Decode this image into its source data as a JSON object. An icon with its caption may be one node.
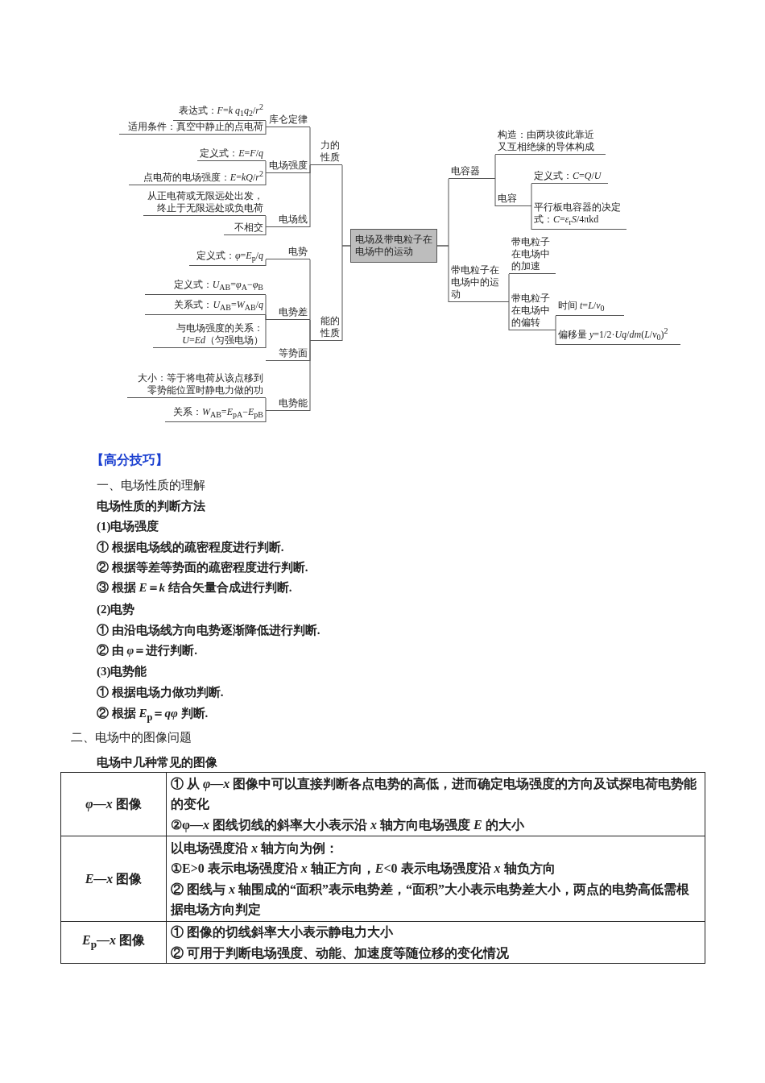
{
  "diagram": {
    "nodes": [
      {
        "text": [
          "电场及带电粒子在电场中的运动"
        ]
      },
      {
        "text": [
          "力的性质"
        ]
      },
      {
        "text": [
          "库仑定律"
        ]
      },
      {
        "text": [
          "表达式：*F*=*k* *q*$_{1}$*q*$_{2}$/*r*$^{2}$"
        ]
      },
      {
        "text": [
          "适用条件：真空中静止的点电荷"
        ]
      },
      {
        "text": [
          "电场强度"
        ]
      },
      {
        "text": [
          "定义式：*E*=*F*/*q*"
        ]
      },
      {
        "text": [
          "点电荷的电场强度：*E*=*kQ*/*r*$^{2}$"
        ]
      },
      {
        "text": [
          "电场线"
        ]
      },
      {
        "text": [
          "从正电荷或无限远处出发，终止于无限远处或负电荷"
        ]
      },
      {
        "text": [
          "不相交"
        ]
      },
      {
        "text": [
          "能的性质"
        ]
      },
      {
        "text": [
          "电势"
        ]
      },
      {
        "text": [
          "定义式：*φ*=*E*$_{p}$/*q*"
        ]
      },
      {
        "text": [
          "电势差"
        ]
      },
      {
        "text": [
          "定义式：*U*$_{AB}$=*φ*$_{A}$−*φ*$_{B}$"
        ]
      },
      {
        "text": [
          "关系式：*U*$_{AB}$=*W*$_{AB}$/*q*"
        ]
      },
      {
        "text": [
          "与电场强度的关系：*U*=*Ed*（匀强电场）"
        ]
      },
      {
        "text": [
          "等势面"
        ]
      },
      {
        "text": [
          "电势能"
        ]
      },
      {
        "text": [
          "大小：等于将电荷从该点移到零势能位置时静电力做的功"
        ]
      },
      {
        "text": [
          "关系：*W*$_{AB}$=*E*$_{pA}$−*E*$_{pB}$"
        ]
      },
      {
        "text": [
          "电容器"
        ]
      },
      {
        "text": [
          "构造：由两块彼此靠近又互相绝缘的导体构成"
        ]
      },
      {
        "text": [
          "电容"
        ]
      },
      {
        "text": [
          "定义式：*C*=*Q*/*U*"
        ]
      },
      {
        "text": [
          "平行板电容器的决定式：*C*=*ε*$_{r}$*S*/4πkd"
        ]
      },
      {
        "text": [
          "带电粒子在电场中的运动"
        ]
      },
      {
        "text": [
          "带电粒子在电场中的加速"
        ]
      },
      {
        "text": [
          "带电粒子在电场中的偏转"
        ]
      },
      {
        "text": [
          "时间 *t*=*L*/*v*$_{0}$"
        ]
      },
      {
        "text": [
          "偏移量 *y*=1/2·*Uq*/*dm*(*L*/*v*$_{0}$)$^{2}$"
        ]
      }
    ],
    "edges": [
      {
        "from": 0,
        "to": 1,
        "arrow": "none"
      },
      {
        "from": 0,
        "to": 11,
        "arrow": "none"
      },
      {
        "from": 0,
        "to": 22,
        "arrow": "none"
      },
      {
        "from": 0,
        "to": 27,
        "arrow": "none"
      },
      {
        "from": 1,
        "to": 2,
        "arrow": "none"
      },
      {
        "from": 1,
        "to": 5,
        "arrow": "none"
      },
      {
        "from": 1,
        "to": 8,
        "arrow": "none"
      },
      {
        "from": 2,
        "to": 3,
        "arrow": "none"
      },
      {
        "from": 2,
        "to": 4,
        "arrow": "none"
      },
      {
        "from": 5,
        "to": 6,
        "arrow": "none"
      },
      {
        "from": 5,
        "to": 7,
        "arrow": "none"
      },
      {
        "from": 8,
        "to": 9,
        "arrow": "none"
      },
      {
        "from": 8,
        "to": 10,
        "arrow": "none"
      },
      {
        "from": 11,
        "to": 12,
        "arrow": "none"
      },
      {
        "from": 11,
        "to": 14,
        "arrow": "none"
      },
      {
        "from": 11,
        "to": 18,
        "arrow": "none"
      },
      {
        "from": 11,
        "to": 19,
        "arrow": "none"
      },
      {
        "from": 12,
        "to": 13,
        "arrow": "none"
      },
      {
        "from": 14,
        "to": 15,
        "arrow": "none"
      },
      {
        "from": 14,
        "to": 16,
        "arrow": "none"
      },
      {
        "from": 14,
        "to": 17,
        "arrow": "none"
      },
      {
        "from": 19,
        "to": 20,
        "arrow": "none"
      },
      {
        "from": 19,
        "to": 21,
        "arrow": "none"
      },
      {
        "from": 22,
        "to": 23,
        "arrow": "none"
      },
      {
        "from": 22,
        "to": 24,
        "arrow": "none"
      },
      {
        "from": 24,
        "to": 25,
        "arrow": "none"
      },
      {
        "from": 24,
        "to": 26,
        "arrow": "none"
      },
      {
        "from": 27,
        "to": 28,
        "arrow": "none"
      },
      {
        "from": 27,
        "to": 29,
        "arrow": "none"
      },
      {
        "from": 29,
        "to": 30,
        "arrow": "none"
      },
      {
        "from": 29,
        "to": 31,
        "arrow": "none"
      }
    ],
    "labels": [
      "【高分技巧】",
      "一、电场性质的理解",
      "电场性质的判断方法",
      "(1)电场强度",
      "① 根据电场线的疏密程度进行判断.",
      "② 根据等差等势面的疏密程度进行判断.",
      "③ 根据 *E*＝*k* 结合矢量合成进行判断.",
      "(2)电势",
      "① 由沿电场线方向电势逐渐降低进行判断.",
      "② 由 *φ*＝进行判断.",
      "(3)电势能",
      "① 根据电场力做功判断.",
      "② 根据 *E*$_{p}$＝*qφ* 判断.",
      "二、电场中的图像问题",
      "电场中几种常见的图像",
      "*φ*—*x* 图像",
      "① 从 *φ*—*x* 图像中可以直接判断各点电势的高低，进而确定电场强度的方向及试探电荷电势能的变化",
      "②φ—*x* 图线切线的斜率大小表示沿 *x* 轴方向电场强度 *E* 的大小",
      "*E*—*x* 图像",
      "以电场强度沿 *x* 轴方向为例：",
      "①E>0 表示电场强度沿 *x* 轴正方向，*E*<0 表示电场强度沿 *x* 轴负方向",
      "② 图线与 *x* 轴围成的“面积”表示电势差，“面积”大小表示电势差大小，两点的电势高低需根据电场方向判定",
      "*E*$_{p}$—*x* 图像",
      "① 图像的切线斜率大小表示静电力大小",
      "② 可用于判断电场强度、动能、加速度等随位移的变化情况"
    ]
  }
}
